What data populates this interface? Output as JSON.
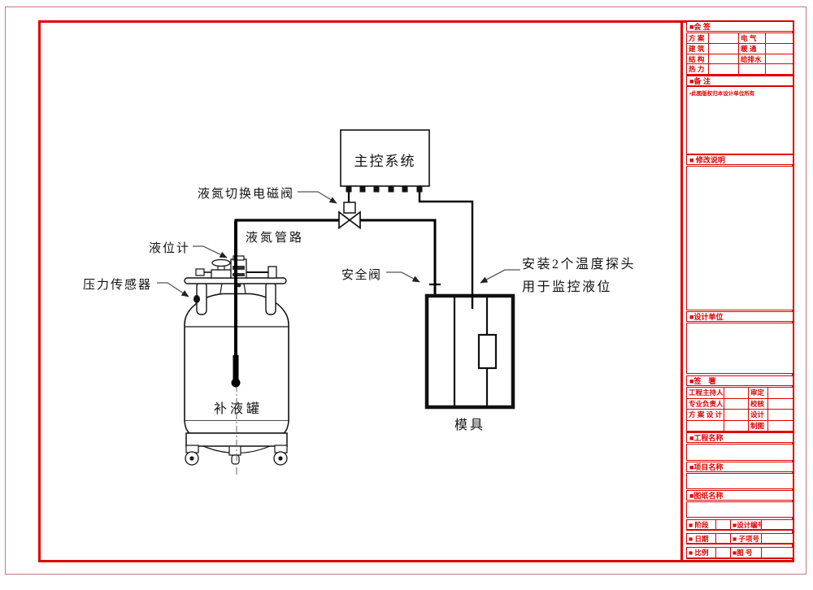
{
  "colors": {
    "accent_red": "#e00000",
    "outer_border": "#c47a7a",
    "line_color": "#111111"
  },
  "diagram": {
    "control_box_label": "主控系统",
    "annotations": {
      "solenoid_valve": "液氮切换电磁阀",
      "pipeline": "液氮管路",
      "level_gauge": "液位计",
      "pressure_sensor": "压力传感器",
      "safety_valve": "安全阀",
      "probe_note_line1": "安装2个温度探头",
      "probe_note_line2": "用于监控液位",
      "tank_label": "补液罐",
      "mold_label": "模具"
    }
  },
  "title_block": {
    "countersign": {
      "header": "■会 签",
      "rows": [
        {
          "left": "方 案",
          "right": "电 气"
        },
        {
          "left": "建 筑",
          "right": "暖 通"
        },
        {
          "left": "结 构",
          "right": "给排水"
        },
        {
          "left": "热 力",
          "right": ""
        }
      ]
    },
    "remarks": {
      "header": "■备 注",
      "note": "•此图版权归本设计单位所有"
    },
    "revision": {
      "header": "■ 修改说明"
    },
    "design_unit": {
      "header": "■设计单位"
    },
    "signatures": {
      "header": "■签　署",
      "rows": [
        {
          "left": "工程主持人",
          "right": "审定"
        },
        {
          "left": "专业负责人",
          "right": "校核"
        },
        {
          "left": "方 案 设 计",
          "right": "设计"
        },
        {
          "left": "",
          "right": "制图"
        }
      ]
    },
    "project_name_header": "■工程名称",
    "item_name_header": "■项目名称",
    "drawing_name_header": "■图纸名称",
    "bottom_rows": [
      {
        "left": "■ 阶段",
        "right": "■设计编号"
      },
      {
        "left": "■ 日期",
        "right": "■ 子项号"
      },
      {
        "left": "■ 比例",
        "right": "■图 号"
      }
    ]
  }
}
